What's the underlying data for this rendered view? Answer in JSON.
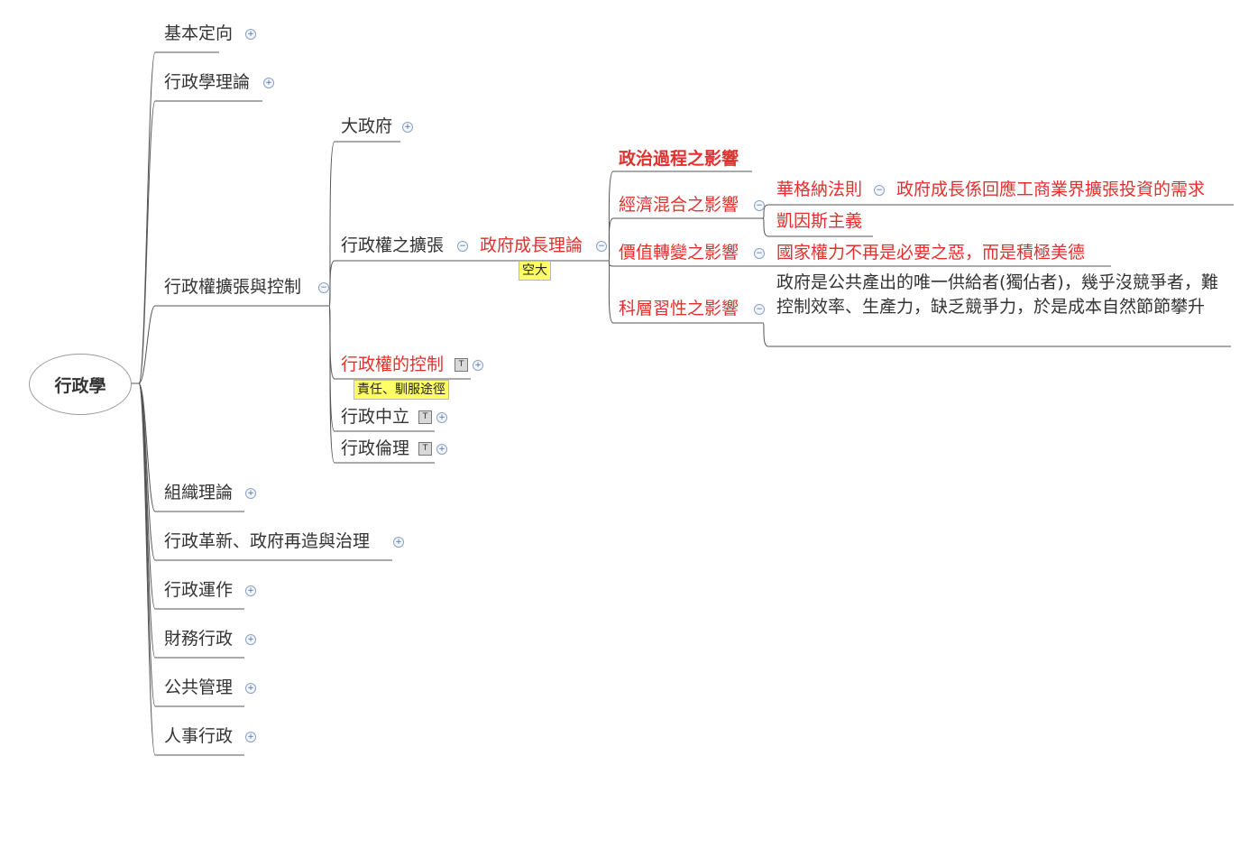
{
  "root": {
    "label": "行政學"
  },
  "level1": [
    {
      "id": "a",
      "label": "基本定向"
    },
    {
      "id": "b",
      "label": "行政學理論"
    },
    {
      "id": "c",
      "label": "行政權擴張與控制"
    },
    {
      "id": "d",
      "label": "組織理論"
    },
    {
      "id": "e",
      "label": "行政革新、政府再造與治理"
    },
    {
      "id": "f",
      "label": "行政運作"
    },
    {
      "id": "g",
      "label": "財務行政"
    },
    {
      "id": "h",
      "label": "公共管理"
    },
    {
      "id": "i",
      "label": "人事行政"
    }
  ],
  "level2": [
    {
      "id": "c1",
      "label": "大政府"
    },
    {
      "id": "c2",
      "label": "行政權之擴張"
    },
    {
      "id": "c3",
      "label": "行政權的控制",
      "tag": "責任、馴服途徑"
    },
    {
      "id": "c4",
      "label": "行政中立"
    },
    {
      "id": "c5",
      "label": "行政倫理"
    }
  ],
  "level3": {
    "id": "c2a",
    "label": "政府成長理論",
    "tag": "空大"
  },
  "level4": [
    {
      "id": "p1",
      "label": "政治過程之影響"
    },
    {
      "id": "p2",
      "label": "經濟混合之影響"
    },
    {
      "id": "p3",
      "label": "價值轉變之影響"
    },
    {
      "id": "p4",
      "label": "科層習性之影響"
    }
  ],
  "level5": [
    {
      "id": "q1",
      "label": "華格納法則"
    },
    {
      "id": "q2",
      "label": "凱因斯主義"
    },
    {
      "id": "q3",
      "label": "國家權力不再是必要之惡，而是積極美德"
    },
    {
      "id": "q4",
      "label": "政府是公共產出的唯一供給者(獨佔者)，幾乎沒競爭者，難控制效率、生產力，缺乏競爭力，於是成本自然節節攀升"
    }
  ],
  "level6": {
    "id": "r1",
    "label": "政府成長係回應工商業界擴張投資的需求"
  },
  "icons": {
    "expand": "+",
    "collapse": "−",
    "note": "T"
  }
}
